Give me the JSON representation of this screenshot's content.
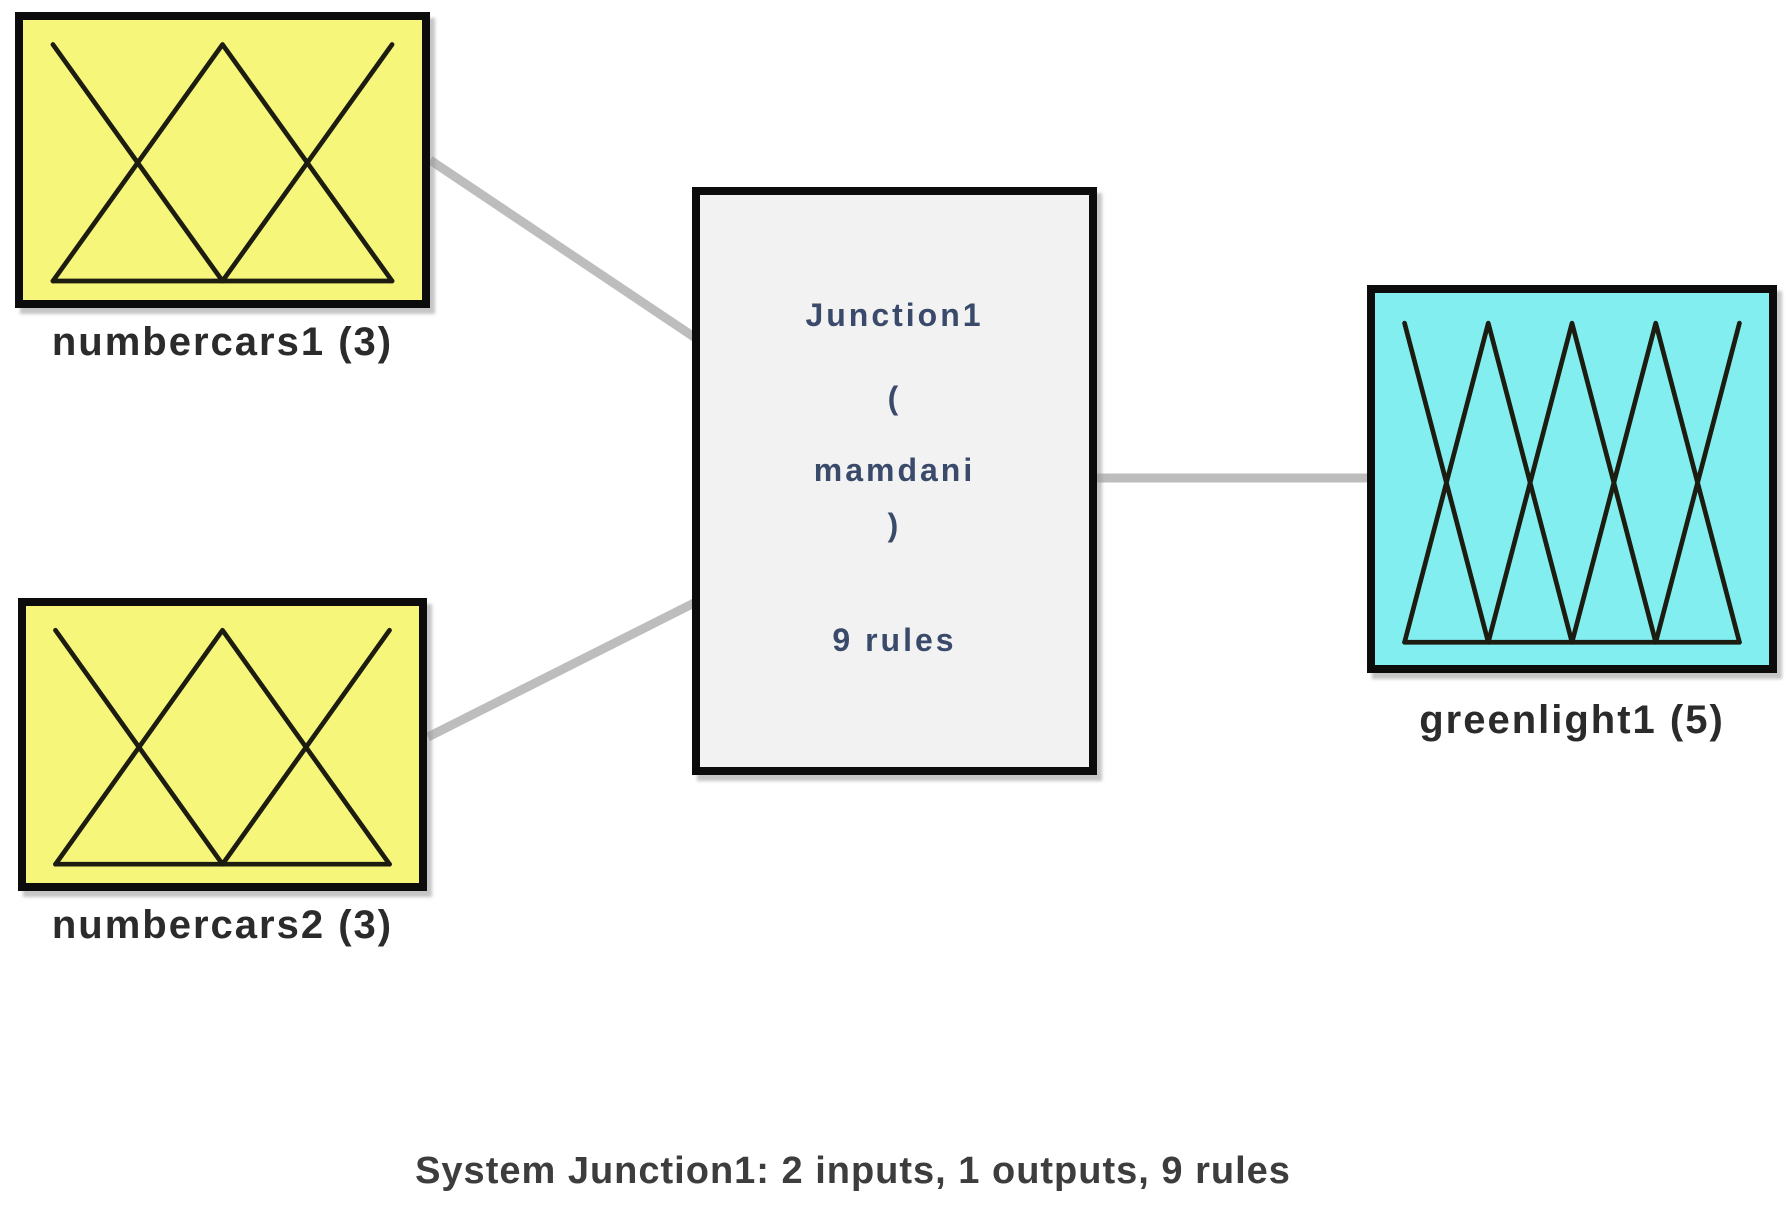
{
  "nodes": {
    "input1": {
      "type": "input",
      "label": "numbercars1 (3)",
      "mf_count": 3,
      "fill": "#f6f67a"
    },
    "input2": {
      "type": "input",
      "label": "numbercars2 (3)",
      "mf_count": 3,
      "fill": "#f6f67a"
    },
    "junction": {
      "type": "inference-block",
      "title": "Junction1",
      "paren_open": "(",
      "inference": "mamdani",
      "paren_close": ")",
      "rules": "9 rules",
      "fill": "#f2f2f2",
      "text_color": "#3a4a6b"
    },
    "output1": {
      "type": "output",
      "label": "greenlight1 (5)",
      "mf_count": 5,
      "fill": "#82eef0"
    }
  },
  "connections": [
    {
      "from": "input1",
      "to": "junction"
    },
    {
      "from": "input2",
      "to": "junction"
    },
    {
      "from": "junction",
      "to": "output1"
    }
  ],
  "status_text": "System Junction1: 2 inputs, 1 outputs, 9 rules",
  "colors": {
    "connector": "#bdbdbd",
    "box_border": "#0c0c0c",
    "mf_line": "#1c1c10",
    "label_text": "#2b2b2b",
    "status_text": "#3d3d3d"
  }
}
